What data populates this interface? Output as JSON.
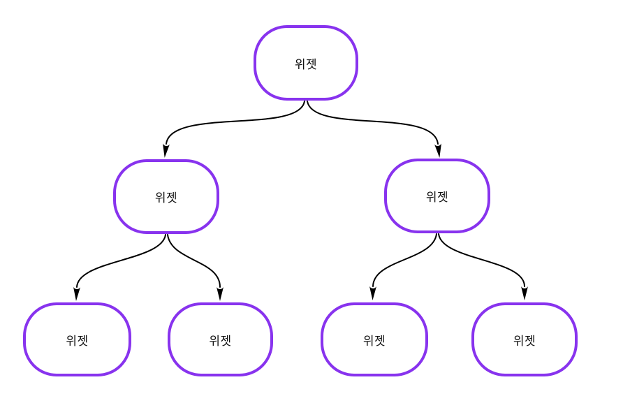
{
  "diagram": {
    "type": "tree",
    "levels": 3,
    "node_count": 7,
    "node_label_meaning": "Widget",
    "nodes": [
      {
        "id": "root",
        "label": "위젯"
      },
      {
        "id": "child-left",
        "label": "위젯"
      },
      {
        "id": "child-right",
        "label": "위젯"
      },
      {
        "id": "leaf-1",
        "label": "위젯"
      },
      {
        "id": "leaf-2",
        "label": "위젯"
      },
      {
        "id": "leaf-3",
        "label": "위젯"
      },
      {
        "id": "leaf-4",
        "label": "위젯"
      }
    ],
    "edges": [
      {
        "from": "root",
        "to": "child-left"
      },
      {
        "from": "root",
        "to": "child-right"
      },
      {
        "from": "child-left",
        "to": "leaf-1"
      },
      {
        "from": "child-left",
        "to": "leaf-2"
      },
      {
        "from": "child-right",
        "to": "leaf-3"
      },
      {
        "from": "child-right",
        "to": "leaf-4"
      }
    ],
    "colors": {
      "node_border": "#8833EE",
      "node_fill": "#ffffff",
      "edge": "#000000",
      "text": "#111111",
      "background": "#ffffff"
    }
  }
}
